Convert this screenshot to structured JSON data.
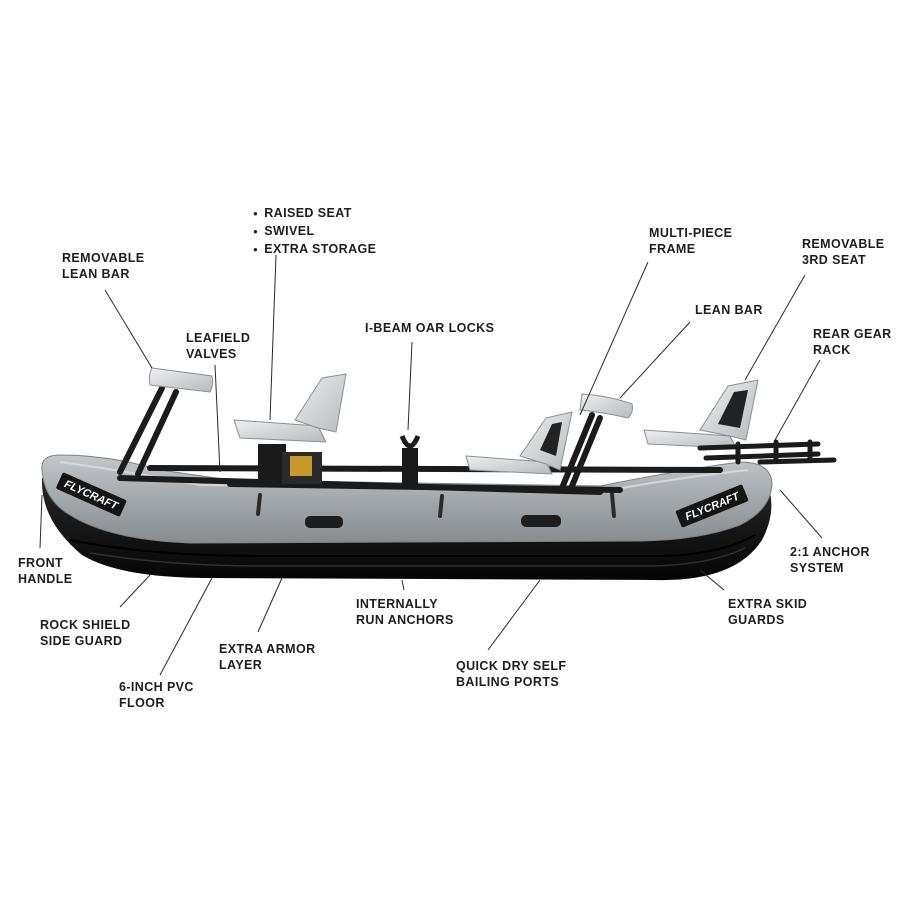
{
  "colors": {
    "tube_grey": "#9ea3a8",
    "tube_light": "#b9bdc1",
    "hull_black": "#151515",
    "frame_black": "#1b1b1b",
    "seat_light": "#d9dcdf",
    "leader": "#2b2b2b"
  },
  "brand": {
    "logo_front": "FLYCRAFT",
    "logo_rear": "FLYCRAFT"
  },
  "callouts": {
    "raised_seat_features": [
      "RAISED SEAT",
      "SWIVEL",
      "EXTRA STORAGE"
    ],
    "removable_lean_bar": [
      "REMOVABLE",
      "LEAN BAR"
    ],
    "leafield_valves": [
      "LEAFIELD",
      "VALVES"
    ],
    "i_beam_oar_locks": [
      "I-BEAM OAR LOCKS"
    ],
    "multi_piece_frame": [
      "MULTI-PIECE",
      "FRAME"
    ],
    "lean_bar": [
      "LEAN BAR"
    ],
    "removable_3rd_seat": [
      "REMOVABLE",
      "3RD SEAT"
    ],
    "rear_gear_rack": [
      "REAR GEAR",
      "RACK"
    ],
    "front_handle": [
      "FRONT",
      "HANDLE"
    ],
    "rock_shield_side_guard": [
      "ROCK SHIELD",
      "SIDE GUARD"
    ],
    "six_inch_pvc_floor": [
      "6-INCH PVC",
      "FLOOR"
    ],
    "extra_armor_layer": [
      "EXTRA ARMOR",
      "LAYER"
    ],
    "internally_run_anchors": [
      "INTERNALLY",
      "RUN ANCHORS"
    ],
    "quick_dry_self_bailing_ports": [
      "QUICK DRY SELF",
      "BAILING PORTS"
    ],
    "extra_skid_guards": [
      "EXTRA SKID",
      "GUARDS"
    ],
    "anchor_system": [
      "2:1 ANCHOR",
      "SYSTEM"
    ]
  }
}
